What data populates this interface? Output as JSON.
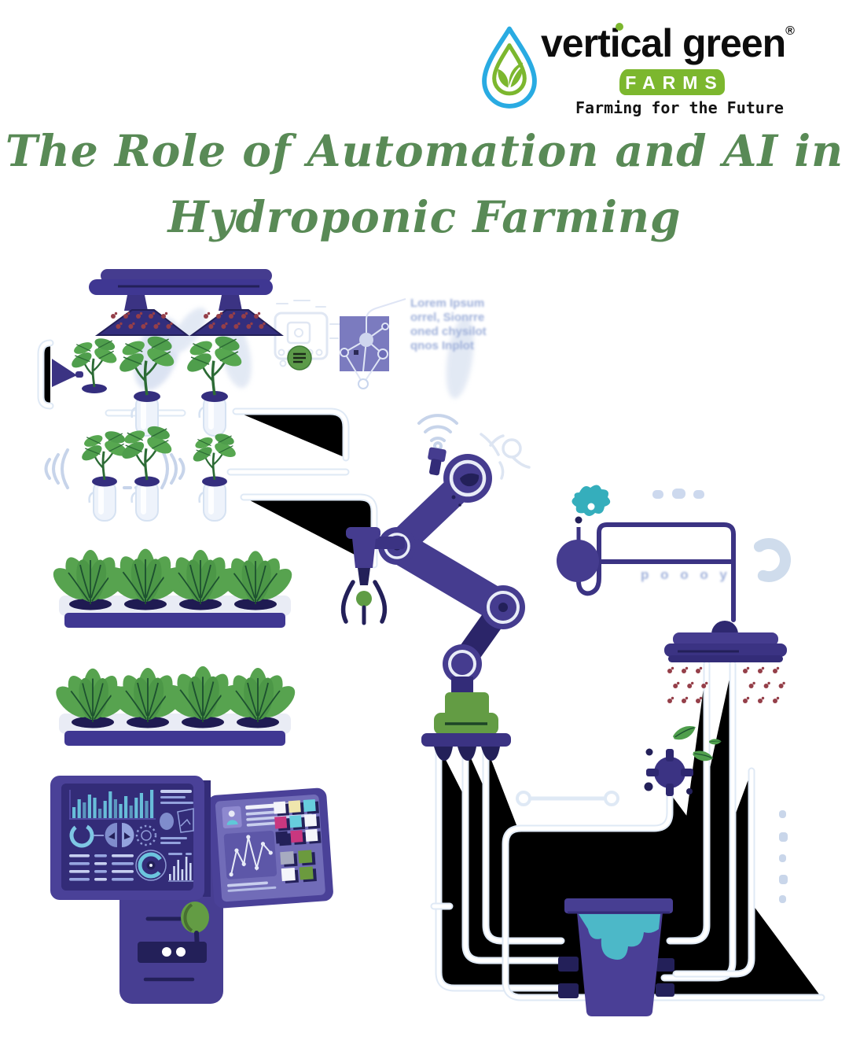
{
  "logo": {
    "brand": "vertical green",
    "registered": "®",
    "banner": "FARMS",
    "tagline": "Farming for the Future",
    "droplet_blue": "#29abe2",
    "green": "#7cb72e"
  },
  "title": {
    "line1": "The Role of Automation and AI in",
    "line2": "Hydroponic Farming",
    "color": "#598a56"
  },
  "decorative_text": {
    "callout_lines": [
      "Lorem Ipsum",
      "orrel, Sionrre",
      "oned chysilot",
      "qnos Inplot"
    ],
    "pipe_label": "p o o o y"
  },
  "dashboard": {
    "bars": [
      14,
      24,
      20,
      30,
      26,
      12,
      22,
      34,
      24,
      18,
      28,
      16,
      26,
      32,
      22,
      36
    ],
    "mini_bars": [
      8,
      18,
      26,
      14,
      30,
      22
    ]
  },
  "tablet": {
    "swatches_upper": [
      [
        "#f4f5fa",
        "#efe6ad",
        "#67cddd"
      ],
      [
        "#c9377f",
        "#67cddd",
        "#f4f5fa"
      ],
      [
        "#232059",
        "#c9377f",
        "#f4f5fa"
      ]
    ],
    "swatches_lower": [
      [
        "#a7abc0",
        "#6b9a3e"
      ],
      [
        "#f4f5fa",
        "#6b9a3e"
      ]
    ]
  },
  "colors": {
    "indigo": "#453c8f",
    "indigo_dark": "#3b3383",
    "navy": "#232059",
    "screen_purple": "#332c78",
    "tablet_screen": "#716cb8",
    "teal_water": "#4cb8c8",
    "bar_teal": "#6cc5de",
    "pipe_blue": "#dfe9f5",
    "leaf_green": "#4f9e4c",
    "accent_green": "#639c44",
    "drop_red": "#953f49",
    "title_green": "#598a56",
    "logo_green": "#7cb72e"
  }
}
